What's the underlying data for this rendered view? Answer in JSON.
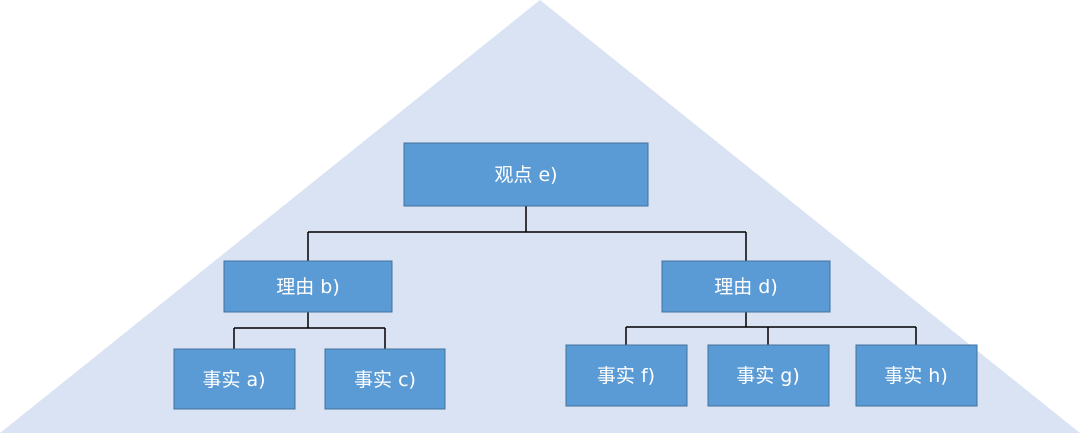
{
  "diagram": {
    "colors": {
      "background_triangle": "#DAE3F3",
      "box_fill": "#5B9BD5",
      "box_stroke": "#41719C",
      "connector": "#000000",
      "label": "#FFFFFF"
    },
    "root": {
      "label": "观点 e)"
    },
    "reasons": [
      {
        "label": "理由 b)",
        "facts": [
          {
            "label": "事实 a)"
          },
          {
            "label": "事实 c)"
          }
        ]
      },
      {
        "label": "理由 d)",
        "facts": [
          {
            "label": "事实 f)"
          },
          {
            "label": "事实 g)"
          },
          {
            "label": "事实 h)"
          }
        ]
      }
    ]
  }
}
